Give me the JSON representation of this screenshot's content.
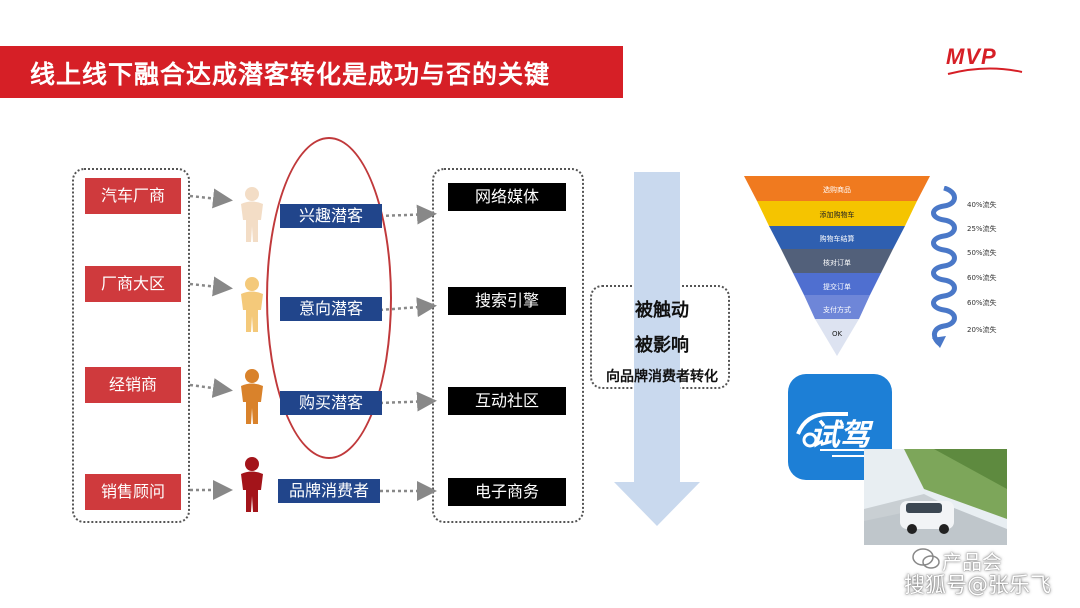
{
  "title": "线上线下融合达成潜客转化是成功与否的关键",
  "logo": "MVP",
  "sources": [
    "汽车厂商",
    "厂商大区",
    "经销商",
    "销售顾问"
  ],
  "customers": [
    "兴趣潜客",
    "意向潜客",
    "购买潜客",
    "品牌消费者"
  ],
  "channels": [
    "网络媒体",
    "搜索引擎",
    "互动社区",
    "电子商务"
  ],
  "effects": [
    "被触动",
    "被影响",
    "向品牌消费者转化"
  ],
  "funnel": {
    "stages": [
      "选购商品",
      "添加购物车",
      "购物车结算",
      "核对订单",
      "提交订单",
      "支付方式",
      "OK"
    ],
    "loss": [
      "40%流失",
      "25%流失",
      "50%流失",
      "60%流失",
      "60%流失",
      "20%流失"
    ],
    "colors": [
      "#f07a1f",
      "#f5c400",
      "#2f5fb0",
      "#52607a",
      "#4f6fd0",
      "#6e86d8",
      "#dde3f1"
    ]
  },
  "app_icon_text": "试驾",
  "watermark": {
    "line1": "产品会",
    "line2": "搜狐号@张乐飞"
  },
  "colors": {
    "title_red": "#d61f26",
    "source_red": "#cf3a3d",
    "customer_blue": "#21458b",
    "channel_black": "#000000",
    "arrow_blue": "#c9d9ee"
  }
}
